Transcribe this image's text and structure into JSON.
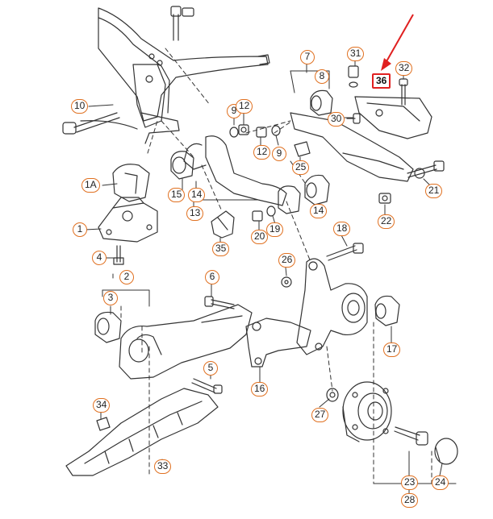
{
  "diagram": {
    "labels": [
      {
        "id": "1A",
        "text": "1A"
      },
      {
        "id": "1",
        "text": "1"
      },
      {
        "id": "2",
        "text": "2"
      },
      {
        "id": "3",
        "text": "3"
      },
      {
        "id": "4",
        "text": "4"
      },
      {
        "id": "5",
        "text": "5"
      },
      {
        "id": "6",
        "text": "6"
      },
      {
        "id": "7",
        "text": "7"
      },
      {
        "id": "8",
        "text": "8"
      },
      {
        "id": "9a",
        "text": "9"
      },
      {
        "id": "9b",
        "text": "9"
      },
      {
        "id": "10",
        "text": "10"
      },
      {
        "id": "12a",
        "text": "12"
      },
      {
        "id": "12b",
        "text": "12"
      },
      {
        "id": "13",
        "text": "13"
      },
      {
        "id": "14a",
        "text": "14"
      },
      {
        "id": "14b",
        "text": "14"
      },
      {
        "id": "15",
        "text": "15"
      },
      {
        "id": "16",
        "text": "16"
      },
      {
        "id": "17",
        "text": "17"
      },
      {
        "id": "18",
        "text": "18"
      },
      {
        "id": "19",
        "text": "19"
      },
      {
        "id": "20",
        "text": "20"
      },
      {
        "id": "21",
        "text": "21"
      },
      {
        "id": "22",
        "text": "22"
      },
      {
        "id": "23",
        "text": "23"
      },
      {
        "id": "24",
        "text": "24"
      },
      {
        "id": "25",
        "text": "25"
      },
      {
        "id": "26",
        "text": "26"
      },
      {
        "id": "27",
        "text": "27"
      },
      {
        "id": "28",
        "text": "28"
      },
      {
        "id": "30",
        "text": "30"
      },
      {
        "id": "31",
        "text": "31"
      },
      {
        "id": "32",
        "text": "32"
      },
      {
        "id": "33",
        "text": "33"
      },
      {
        "id": "34",
        "text": "34"
      },
      {
        "id": "35",
        "text": "35"
      },
      {
        "id": "36",
        "text": "36",
        "highlighted": true
      }
    ],
    "colors": {
      "callout_border": "#e07020",
      "highlight": "#e02020",
      "line": "#333333"
    }
  }
}
